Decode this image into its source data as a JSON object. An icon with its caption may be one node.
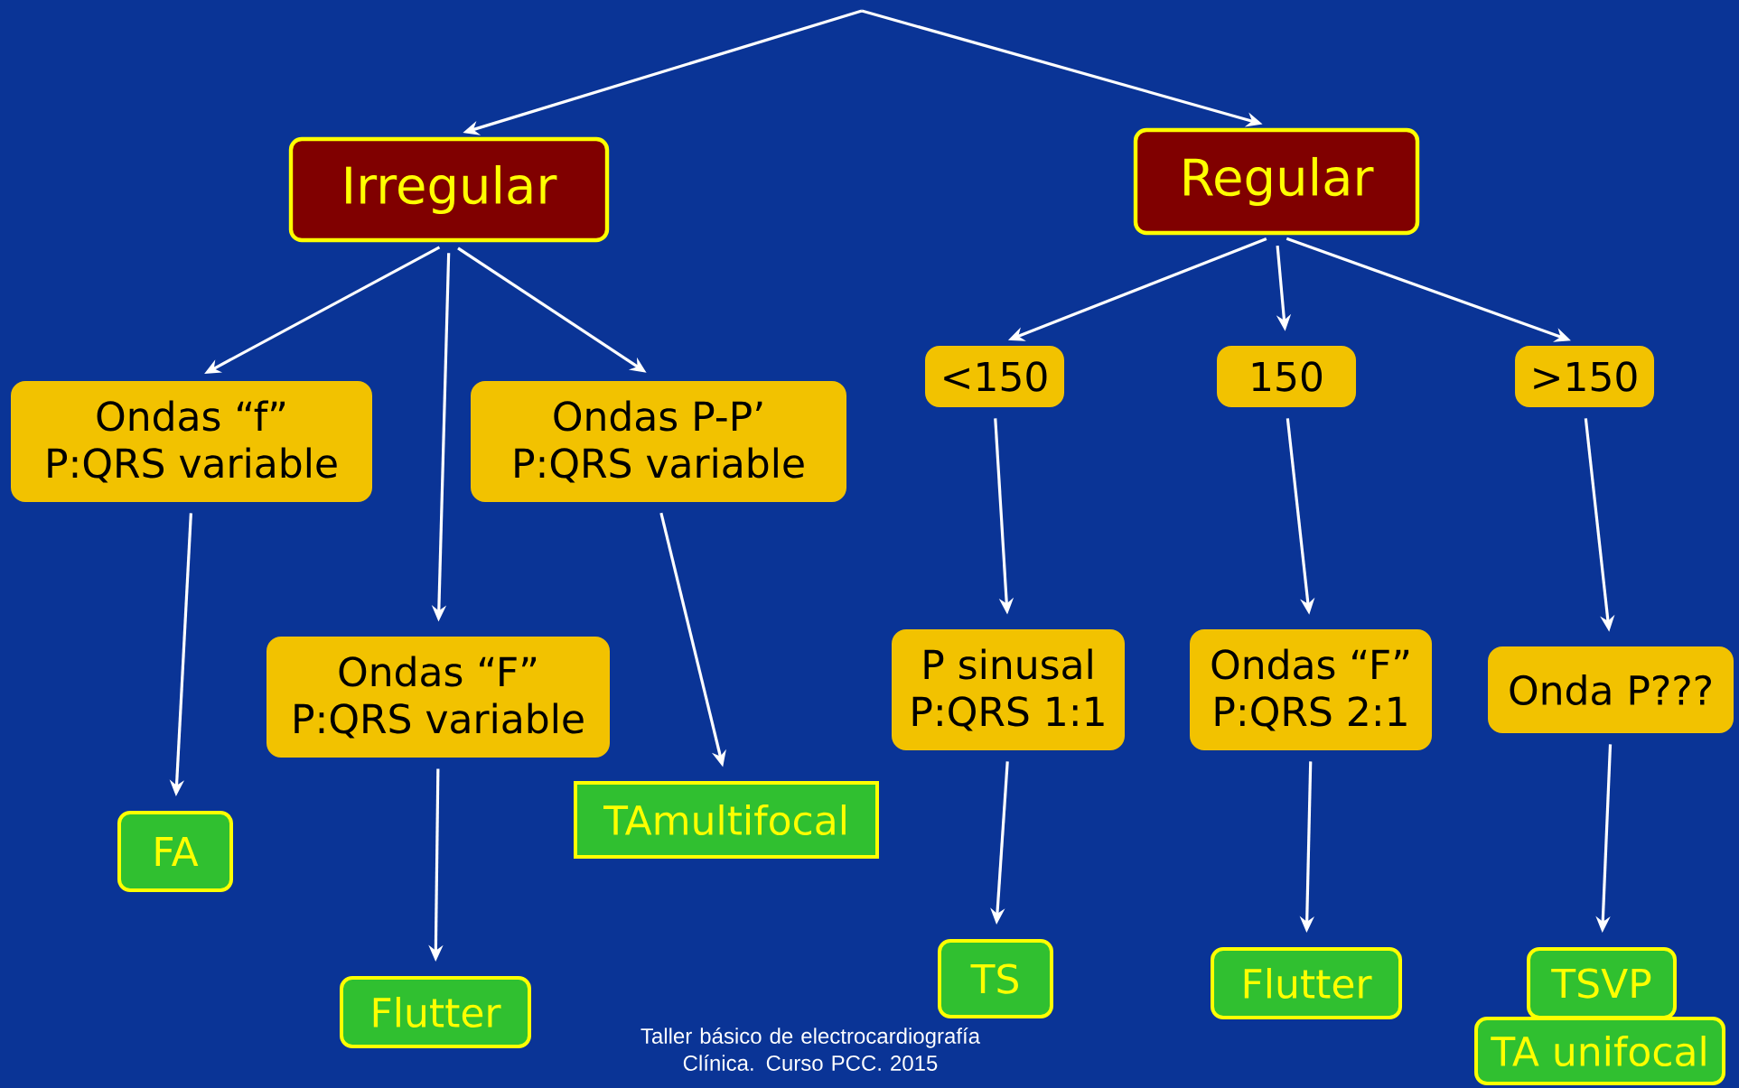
{
  "diagram": {
    "nodes": [
      {
        "text": [
          "Irregular"
        ]
      },
      {
        "text": [
          "Regular"
        ]
      },
      {
        "text": [
          "Ondas “f”",
          "P:QRS variable"
        ]
      },
      {
        "text": [
          "Ondas P-P’",
          "P:QRS variable"
        ]
      },
      {
        "text": [
          "Ondas “F”",
          "P:QRS variable"
        ]
      },
      {
        "text": [
          "FA"
        ]
      },
      {
        "text": [
          "Flutter"
        ]
      },
      {
        "text": [
          "TAmultifocal"
        ]
      },
      {
        "text": [
          "<150"
        ]
      },
      {
        "text": [
          "150"
        ]
      },
      {
        "text": [
          ">150"
        ]
      },
      {
        "text": [
          "P sinusal",
          "P:QRS 1:1"
        ]
      },
      {
        "text": [
          "Ondas “F”",
          "P:QRS 2:1"
        ]
      },
      {
        "text": [
          "Onda P???"
        ]
      },
      {
        "text": [
          "TS"
        ]
      },
      {
        "text": [
          "Flutter"
        ]
      },
      {
        "text": [
          "TSVP"
        ]
      },
      {
        "text": [
          "TA unifocal"
        ]
      }
    ],
    "edges": [
      {
        "from": null,
        "to": 0,
        "arrow": "to"
      },
      {
        "from": null,
        "to": 1,
        "arrow": "to"
      },
      {
        "from": 0,
        "to": 2,
        "arrow": "to"
      },
      {
        "from": 0,
        "to": 4,
        "arrow": "to"
      },
      {
        "from": 0,
        "to": 3,
        "arrow": "to"
      },
      {
        "from": 1,
        "to": 8,
        "arrow": "to"
      },
      {
        "from": 1,
        "to": 9,
        "arrow": "to"
      },
      {
        "from": 1,
        "to": 10,
        "arrow": "to"
      },
      {
        "from": 2,
        "to": 5,
        "arrow": "to"
      },
      {
        "from": 4,
        "to": 6,
        "arrow": "to"
      },
      {
        "from": 3,
        "to": 7,
        "arrow": "to"
      },
      {
        "from": 8,
        "to": 11,
        "arrow": "to"
      },
      {
        "from": 9,
        "to": 12,
        "arrow": "to"
      },
      {
        "from": 10,
        "to": 13,
        "arrow": "to"
      },
      {
        "from": 11,
        "to": 14,
        "arrow": "to"
      },
      {
        "from": 12,
        "to": 15,
        "arrow": "to"
      },
      {
        "from": 13,
        "to": 16,
        "arrow": "to"
      }
    ],
    "labels": [
      "Taller básico de electrocardiografía Clínica. Curso PCC. 2015"
    ]
  }
}
